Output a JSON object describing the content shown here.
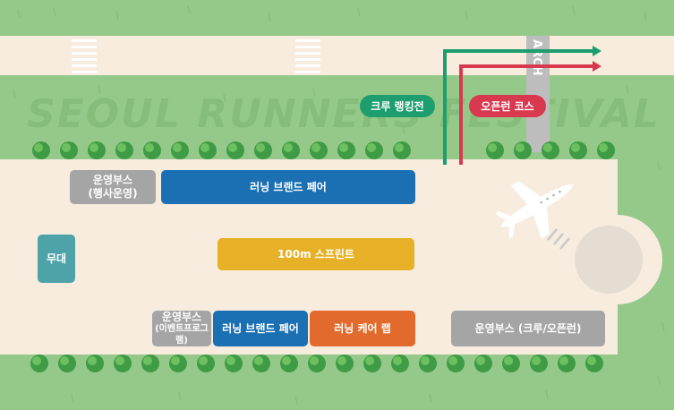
{
  "map": {
    "watermark": "SEOUL RUNNERS FESTIVAL",
    "arch_label": "ARCH",
    "routes": {
      "crew": {
        "label": "크루 랭킹전",
        "color": "#1e9e6e"
      },
      "open": {
        "label": "오픈런 코스",
        "color": "#d8394f"
      }
    },
    "booths": {
      "ops_top": {
        "line1": "운영부스",
        "line2": "(행사운영)",
        "color": "#a5a5a5"
      },
      "brand_fair_top": {
        "label": "러닝 브랜드 페어",
        "color": "#1b6fb3"
      },
      "stage": {
        "label": "무대",
        "color": "#4ea3a8"
      },
      "sprint": {
        "label": "100m 스프린트",
        "color": "#e7b127"
      },
      "ops_bottom_left": {
        "line1": "운영부스",
        "line2": "(이벤트프로그램)",
        "color": "#a5a5a5"
      },
      "brand_fair_bottom": {
        "label": "러닝 브랜드 페어",
        "color": "#1b6fb3"
      },
      "care_lab": {
        "label": "러닝 케어 랩",
        "color": "#e26a2c"
      },
      "ops_bottom_right": {
        "label": "운영부스 (크루/오픈런)",
        "color": "#a5a5a5"
      }
    },
    "colors": {
      "grass": "#95c98a",
      "ground": "#f7ecde",
      "tree": "#3f9b46"
    }
  }
}
